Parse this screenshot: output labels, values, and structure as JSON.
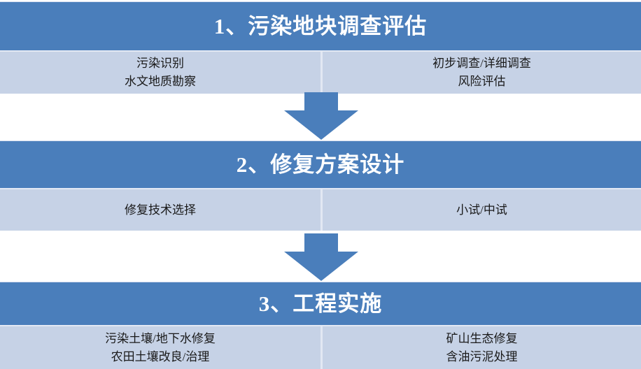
{
  "theme": {
    "header_blue": "#4a7ebb",
    "body_light_blue": "#c6d2e6",
    "divider": "#e2e8f3",
    "header_text": "#ffffff",
    "body_text": "#1a1a1a",
    "page_background": "#ffffff"
  },
  "diagram": {
    "type": "vertical-process-flow",
    "orientation": "top-to-bottom",
    "stage_count": 3,
    "connector_count": 2
  },
  "stages": [
    {
      "number": "1",
      "title": "1、污染地块调查评估",
      "columns": [
        {
          "items": [
            "污染识别",
            "水文地质勘察"
          ]
        },
        {
          "items": [
            "初步调查/详细调查",
            "风险评估"
          ]
        }
      ]
    },
    {
      "number": "2",
      "title": "2、修复方案设计",
      "columns": [
        {
          "items": [
            "修复技术选择"
          ]
        },
        {
          "items": [
            "小试/中试"
          ]
        }
      ]
    },
    {
      "number": "3",
      "title": "3、工程实施",
      "columns": [
        {
          "items": [
            "污染土壤/地下水修复",
            "农田土壤改良/治理"
          ]
        },
        {
          "items": [
            "矿山生态修复",
            "含油污泥处理"
          ]
        }
      ]
    }
  ],
  "connectors": [
    {
      "icon": "down-arrow-icon",
      "from": "1、污染地块调查评估",
      "to": "2、修复方案设计"
    },
    {
      "icon": "down-arrow-icon",
      "from": "2、修复方案设计",
      "to": "3、工程实施"
    }
  ]
}
